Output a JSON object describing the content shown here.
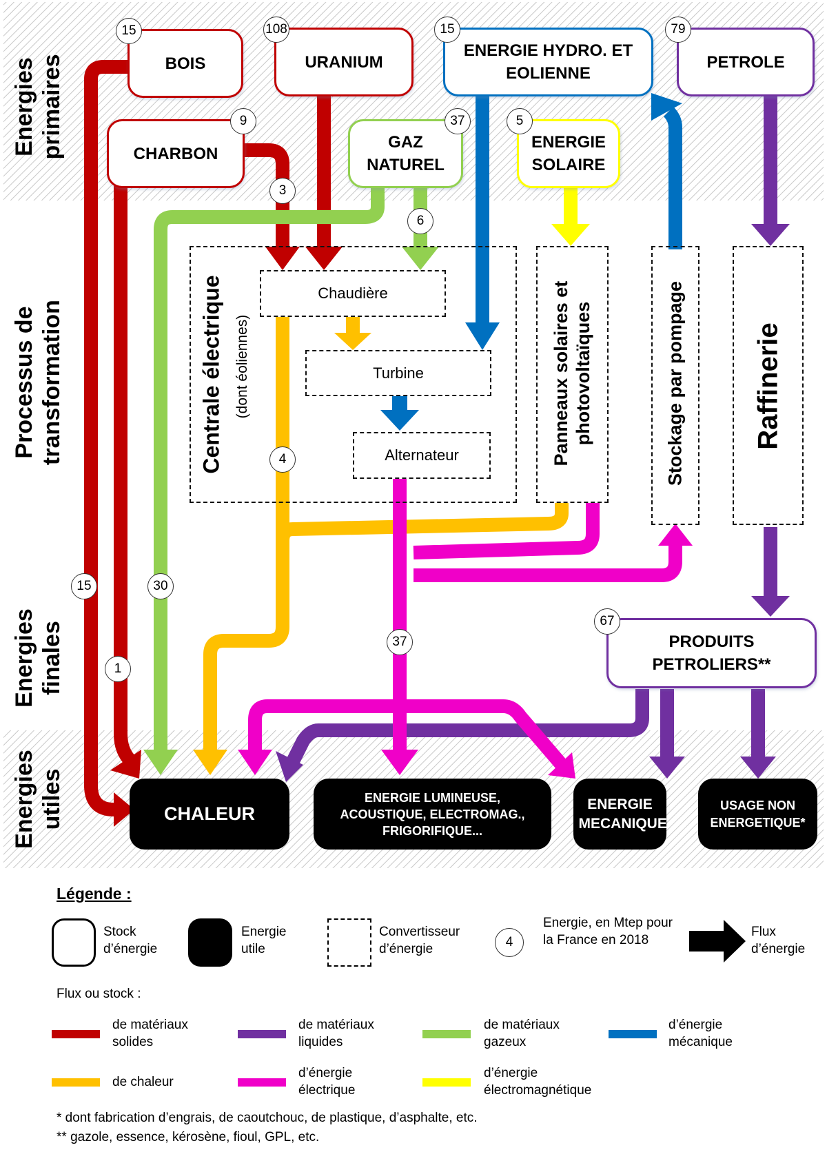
{
  "sections": {
    "primary": "Energies primaires",
    "transformation": "Processus de transformation",
    "final": "Energies finales",
    "useful": "Energies utiles"
  },
  "colors": {
    "solid": "#c00000",
    "liquid": "#7030a0",
    "gas": "#92d050",
    "mechanical": "#0070c0",
    "heat": "#ffc000",
    "electric": "#f000c8",
    "electromagnetic": "#ffff00"
  },
  "stocks": {
    "bois": {
      "label": "BOIS",
      "value": "15"
    },
    "uranium": {
      "label": "URANIUM",
      "value": "108"
    },
    "hydro": {
      "label": "ENERGIE HYDRO. ET EOLIENNE",
      "value": "15"
    },
    "petrole": {
      "label": "PETROLE",
      "value": "79"
    },
    "charbon": {
      "label": "CHARBON",
      "value": "9"
    },
    "gaz": {
      "label": "GAZ NATUREL",
      "value": "37"
    },
    "solaire": {
      "label": "ENERGIE SOLAIRE",
      "value": "5"
    },
    "produits": {
      "label": "PRODUITS PETROLIERS**",
      "value": "67"
    }
  },
  "converters": {
    "centrale": "Centrale électrique",
    "centrale_note": "(dont éoliennes)",
    "chaudiere": "Chaudière",
    "turbine": "Turbine",
    "alternateur": "Alternateur",
    "panneaux": "Panneaux solaires et photovoltaïques",
    "stockage": "Stockage par pompage",
    "raffinerie": "Raffinerie"
  },
  "flow_values": {
    "charbon_to_chaudiere": "3",
    "gaz_to_chaudiere": "6",
    "heat_loss": "4",
    "bois_to_chaleur": "15",
    "charbon_to_chaleur": "1",
    "gaz_to_chaleur": "30",
    "electricity": "37"
  },
  "useful": {
    "chaleur": "CHALEUR",
    "lumineuse": "ENERGIE LUMINEUSE, ACOUSTIQUE, ELECTROMAG., FRIGORIFIQUE...",
    "mecanique": "ENERGIE MECANIQUE",
    "non_energetique": "USAGE NON ENERGETIQUE*"
  },
  "legend": {
    "title": "Légende :",
    "stock": "Stock d’énergie",
    "utile": "Energie utile",
    "convertisseur": "Convertisseur d’énergie",
    "badge_sample": "4",
    "badge_text": "Energie, en Mtep pour la France en 2018",
    "flux": "Flux d’énergie",
    "flux_title": "Flux ou stock :",
    "items": [
      {
        "label": "de matériaux solides",
        "color": "#c00000"
      },
      {
        "label": "de matériaux liquides",
        "color": "#7030a0"
      },
      {
        "label": "de matériaux gazeux",
        "color": "#92d050"
      },
      {
        "label": "d’énergie mécanique",
        "color": "#0070c0"
      },
      {
        "label": "de chaleur",
        "color": "#ffc000"
      },
      {
        "label": "d’énergie électrique",
        "color": "#f000c8"
      },
      {
        "label": "d’énergie électromagnétique",
        "color": "#ffff00"
      }
    ],
    "footnote1": "* dont fabrication d’engrais, de caoutchouc,  de plastique, d’asphalte, etc.",
    "footnote2": "** gazole, essence, kérosène, fioul, GPL, etc."
  }
}
